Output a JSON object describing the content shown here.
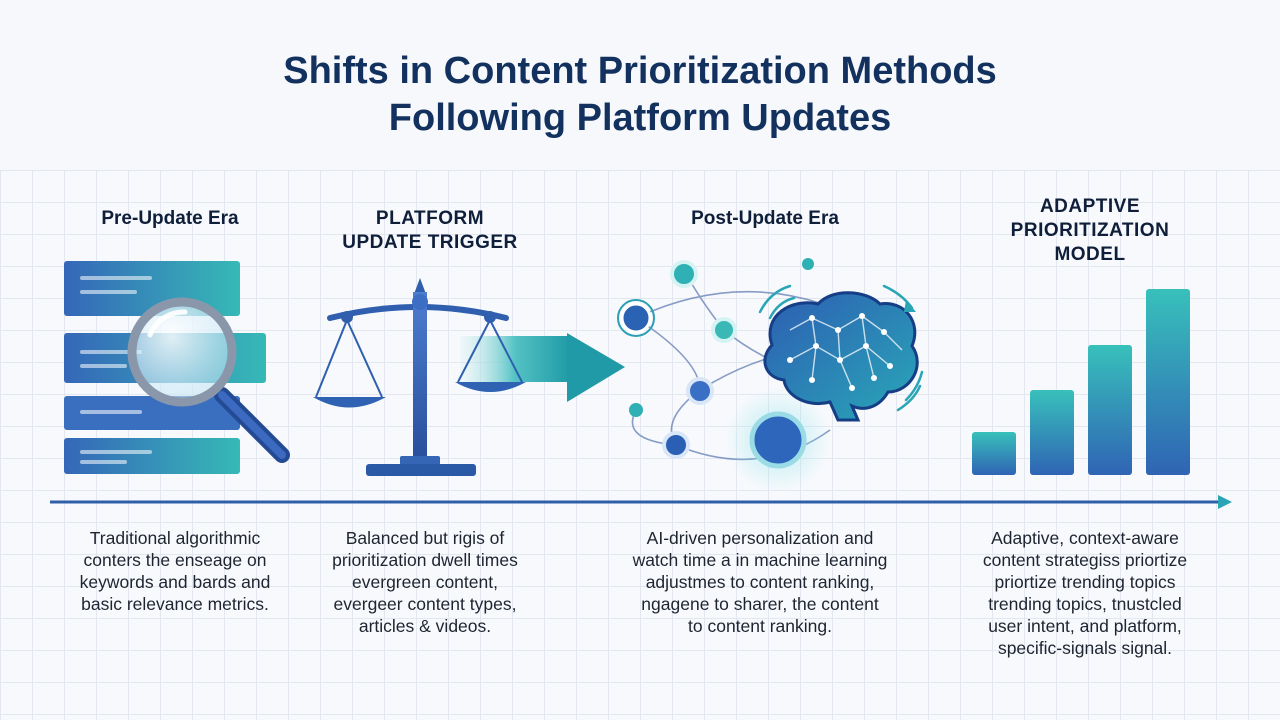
{
  "title": {
    "line1": "Shifts in Content Prioritization Methods",
    "line2": "Following Platform Updates"
  },
  "stages": [
    {
      "heading_lines": [
        "Pre-Update Era"
      ],
      "icon": "magnifier-over-list-icon",
      "description_lines": [
        "Traditional algorithmic",
        "conters the enseage on",
        "keywords and bards and",
        "basic relevance metrics."
      ]
    },
    {
      "heading_lines": [
        "PLATFORM",
        "UPDATE TRIGGER"
      ],
      "icon": "balance-scale-icon",
      "description_lines": [
        "Balanced but rigis of",
        "prioritization dwell times",
        "evergreen content,",
        "evergeer content types,",
        "articles & videos."
      ]
    },
    {
      "heading_lines": [
        "Post-Update Era"
      ],
      "icon": "ai-brain-network-icon",
      "description_lines": [
        "AI-driven personalization and",
        "watch time a in machine learning",
        "adjustmes to content ranking,",
        "ngagene to sharer, the content",
        "to content ranking."
      ]
    },
    {
      "heading_lines": [
        "ADAPTIVE",
        "PRIORITIZATION",
        "MODEL"
      ],
      "icon": "rising-bar-chart-icon",
      "description_lines": [
        "Adaptive, context-aware",
        "content strategiss priortize",
        "priortize trending topics",
        "trending topics, tnustcled",
        "user intent, and platform,",
        "specific-signals signal."
      ]
    }
  ],
  "colors": {
    "title": "#12315e",
    "blue_dark": "#2c57a8",
    "blue": "#3b78c8",
    "teal": "#2bb5b0",
    "timeline": "#2f5fa8"
  }
}
